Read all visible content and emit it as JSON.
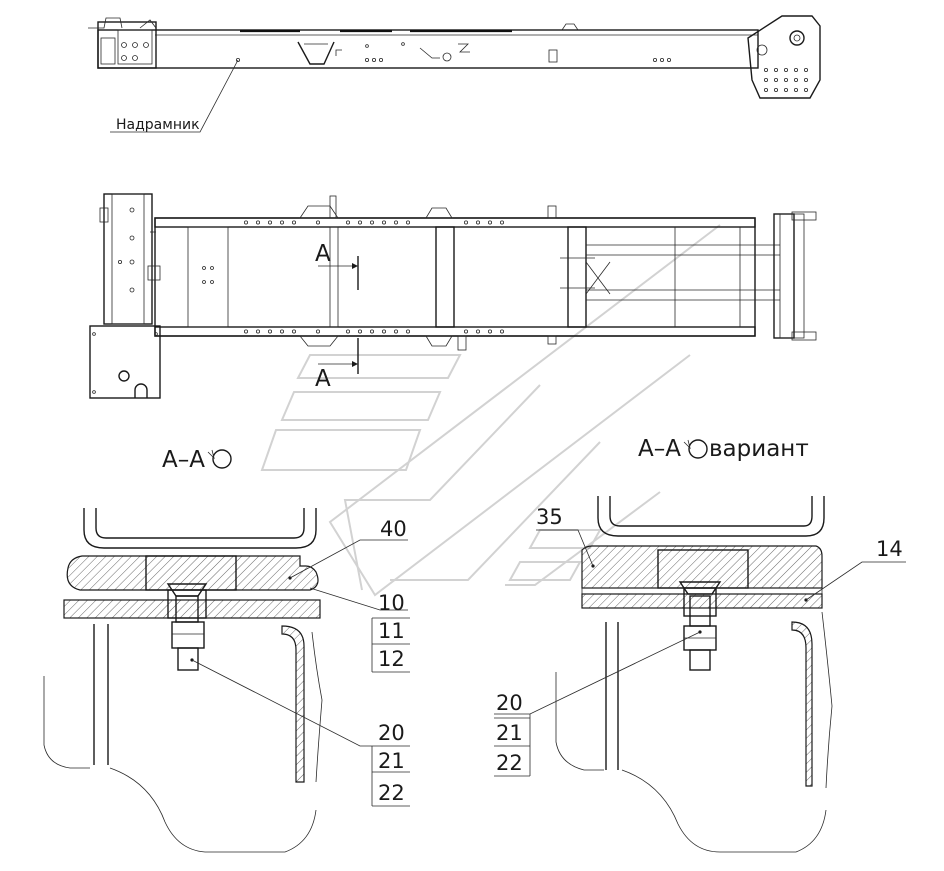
{
  "labels": {
    "frame": "Надрамник",
    "section_arrow_top": "A",
    "section_arrow_bottom": "A",
    "section_view": "A–A",
    "section_view_variant": "A–A",
    "variant_word": "вариант"
  },
  "callouts_left": {
    "pos_40": "40",
    "stack_a": [
      "10",
      "11",
      "12"
    ],
    "stack_b": [
      "20",
      "21",
      "22"
    ]
  },
  "callouts_right": {
    "pos_35": "35",
    "pos_14": "14",
    "stack_b": [
      "20",
      "21",
      "22"
    ]
  }
}
